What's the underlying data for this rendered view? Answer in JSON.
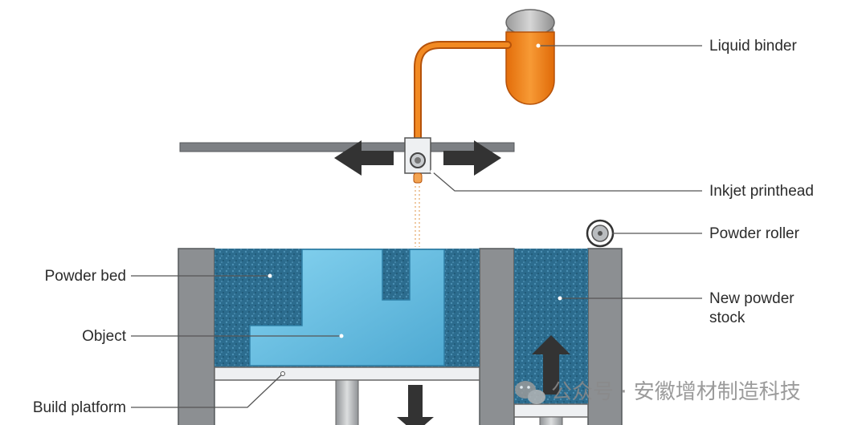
{
  "labels": {
    "liquid_binder": "Liquid binder",
    "inkjet_printhead": "Inkjet printhead",
    "powder_roller": "Powder roller",
    "powder_bed": "Powder bed",
    "new_powder_line1": "New powder",
    "new_powder_line2": "stock",
    "object": "Object",
    "build_platform": "Build platform"
  },
  "watermark": {
    "text": "公众号 · 安徽增材制造科技"
  },
  "colors": {
    "binder": "#f07d14",
    "powder": "#2c6c8e",
    "object": "#6fc4e6",
    "wall": "#8c8f92",
    "rail": "#7d8084",
    "arrow": "#333333"
  }
}
